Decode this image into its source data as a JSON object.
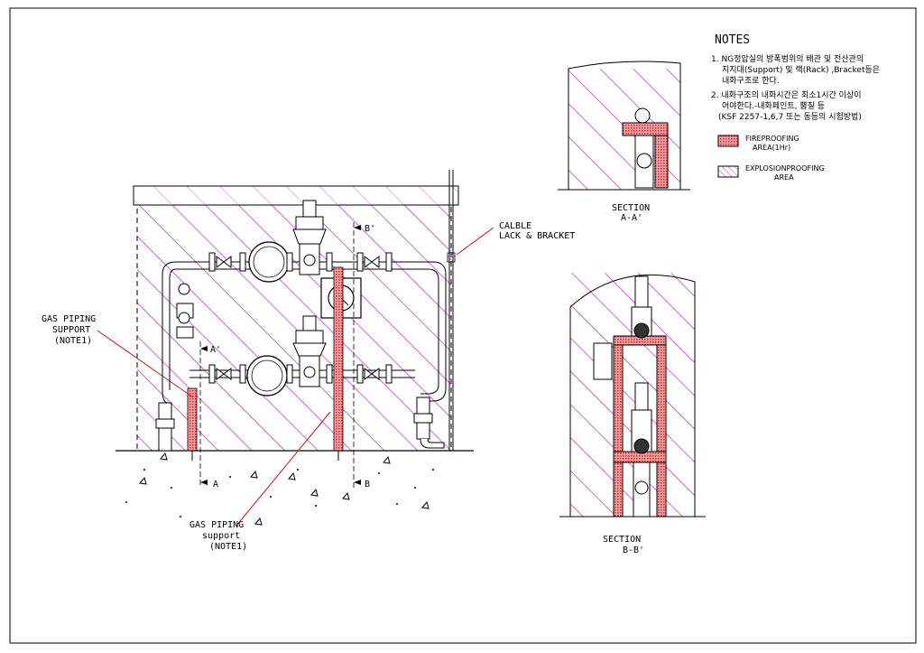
{
  "notes": {
    "title": "NOTES",
    "n1_l1": "1. NG정압실의 방폭범위의 배관 및 전산관의",
    "n1_l2": "지지대(Support) 및 랙(Rack) ,Bracket등은",
    "n1_l3": "내화구조로 한다.",
    "n2_l1": "2. 내화구조의 내화시간은 최소1시간 이상이",
    "n2_l2": "어야한다.-내화페인트, 뿜칠 등",
    "n2_l3": "(KSF 2257-1,6,7 또는 동등의 시험방법)"
  },
  "legend": {
    "fire_l1": "FIREPROOFING",
    "fire_l2": "AREA(1Hr)",
    "explosion_l1": "EXPLOSIONPROOFING",
    "explosion_l2": "AREA",
    "fire_color": "#d9242a",
    "explosion_color": "#c73bd0"
  },
  "labels": {
    "cable_l1": "CALBLE",
    "cable_l2": "LACK & BRACKET",
    "gas1_l1": "GAS PIPING",
    "gas1_l2": "SUPPORT",
    "gas1_l3": "(NOTE1)",
    "gas2_l1": "GAS PIPING",
    "gas2_l2": "support",
    "gas2_l3": "(NOTE1)",
    "sec_a": "A",
    "sec_a_prime": "A'",
    "sec_b": "B",
    "sec_b_prime": "B'"
  },
  "sections": {
    "aa_l1": "SECTION",
    "aa_l2": "A-A'",
    "bb_l1": "SECTION",
    "bb_l2": "B-B'"
  }
}
